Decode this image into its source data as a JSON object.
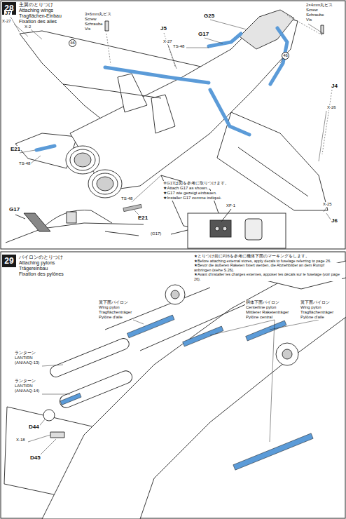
{
  "diagram": {
    "nodes": [
      {
        "text": [
          "28",
          "主翼のとりつけ",
          "Attaching wings",
          "Tragflächen-Einbau",
          "Fixation des ailes"
        ]
      },
      {
        "text": [
          "29",
          "パイロンのとりつけ",
          "Attaching pylons",
          "Trägereinbau",
          "Fixation des pylônes"
        ]
      }
    ],
    "labels": [
      "J7",
      "X-27",
      "X-2",
      "3×6mm丸ビス",
      "Screw",
      "Schraube",
      "Vis",
      "46",
      "J5",
      "X-27",
      "G25",
      "2×4mm丸ビス",
      "Screw",
      "Schraube",
      "Vis",
      "G17",
      "TS-48",
      "46",
      "J4",
      "X-26",
      "E21",
      "TS-48",
      "TS-48",
      "E21",
      "X-25",
      "J6",
      "G17",
      "※G17は図を参考に取りつけます。",
      "★Attach G17 as shown.",
      "★G17 wie gezeigt einbauen.",
      "★Installer G17 comme indiqué.",
      "(G17)",
      "XF-1",
      "★とりつけ前にP26を参考に機体下面のマーキングをします。",
      "★Before attaching external stores, apply decals to fuselage referring to page 26.",
      "★Bevor die äußeren Raketen fixiert werden, die Abziehbilder an dem Rumpf anbringen (siehe S.26).",
      "★Avant d'installer les charges externes, apposer les décals sur le fuselage (voir page 26).",
      "翼下面パイロン",
      "Wing pylon",
      "Tragflächenträger",
      "Pylône d'aile",
      "胴体下面パイロン",
      "Centerline pylon",
      "Mittlerer Raketenträger",
      "Pylône central",
      "翼下面パイロン",
      "Wing pylon",
      "Tragflächenträger",
      "Pylône d'aile",
      "ランターン",
      "LANTIRN",
      "(AN/AAQ-13)",
      "ランターン",
      "LANTIRN",
      "(AN/AAQ-14)",
      "D44",
      "X-18",
      "D45"
    ]
  }
}
